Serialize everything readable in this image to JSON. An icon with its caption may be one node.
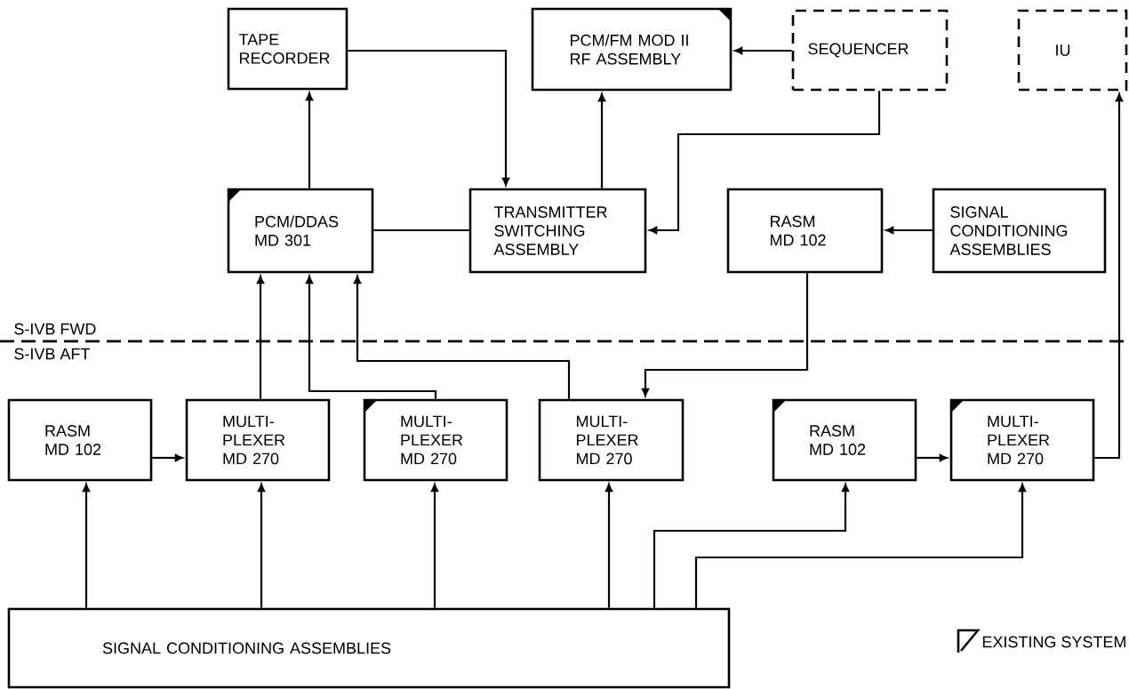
{
  "diagram": {
    "nodes": [
      {
        "text": [
          "TAPE RECORDER"
        ]
      },
      {
        "text": [
          "PCM/FM MOD II RF ASSEMBLY"
        ]
      },
      {
        "text": [
          "SEQUENCER"
        ]
      },
      {
        "text": [
          "IU"
        ]
      },
      {
        "text": [
          "PCM/DDAS MD 301"
        ]
      },
      {
        "text": [
          "TRANSMITTER SWITCHING ASSEMBLY"
        ]
      },
      {
        "text": [
          "RASM MD 102"
        ]
      },
      {
        "text": [
          "SIGNAL CONDITIONING ASSEMBLIES"
        ]
      },
      {
        "text": [
          "RASM MD 102"
        ]
      },
      {
        "text": [
          "MULTI- PLEXER MD 270"
        ]
      },
      {
        "text": [
          "MULTI- PLEXER MD 270"
        ]
      },
      {
        "text": [
          "MULTI- PLEXER MD 270"
        ]
      },
      {
        "text": [
          "RASM MD 102"
        ]
      },
      {
        "text": [
          "MULTI- PLEXER MD 270"
        ]
      },
      {
        "text": [
          "SIGNAL CONDITIONING ASSEMBLIES"
        ]
      }
    ],
    "edges": [
      {
        "from": 4,
        "to": 0,
        "arrow": "to"
      },
      {
        "from": 0,
        "to": 5,
        "arrow": "to"
      },
      {
        "from": 5,
        "to": 1,
        "arrow": "to"
      },
      {
        "from": 2,
        "to": 1,
        "arrow": "to"
      },
      {
        "from": 2,
        "to": 5,
        "arrow": "to"
      },
      {
        "from": 4,
        "to": 5,
        "arrow": "none"
      },
      {
        "from": 7,
        "to": 6,
        "arrow": "to"
      },
      {
        "from": 6,
        "to": 11,
        "arrow": "to"
      },
      {
        "from": 9,
        "to": 4,
        "arrow": "to"
      },
      {
        "from": 10,
        "to": 4,
        "arrow": "to"
      },
      {
        "from": 11,
        "to": 4,
        "arrow": "to"
      },
      {
        "from": 8,
        "to": 9,
        "arrow": "to"
      },
      {
        "from": 12,
        "to": 13,
        "arrow": "to"
      },
      {
        "from": 13,
        "to": 3,
        "arrow": "to"
      },
      {
        "from": 14,
        "to": 8,
        "arrow": "to"
      },
      {
        "from": 14,
        "to": 9,
        "arrow": "to"
      },
      {
        "from": 14,
        "to": 10,
        "arrow": "to"
      },
      {
        "from": 14,
        "to": 11,
        "arrow": "to"
      },
      {
        "from": 14,
        "to": 12,
        "arrow": "to"
      },
      {
        "from": 14,
        "to": 13,
        "arrow": "to"
      }
    ],
    "labels": [
      "S-IVB FWD",
      "S-IVB AFT"
    ],
    "legend": [
      {
        "text": "EXISTING SYSTEM"
      }
    ]
  }
}
